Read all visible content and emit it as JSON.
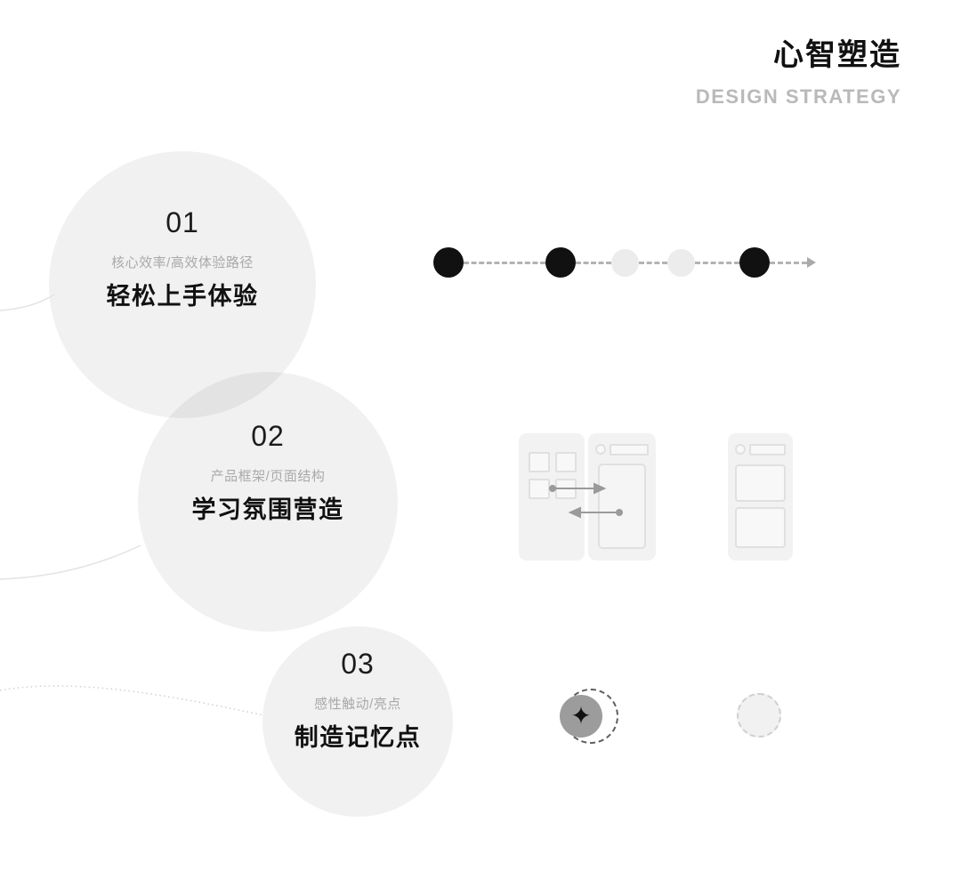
{
  "header": {
    "title": "心智塑造",
    "subtitle": "DESIGN STRATEGY"
  },
  "steps": [
    {
      "number": "01",
      "caption": "核心效率/高效体验路径",
      "title": "轻松上手体验"
    },
    {
      "number": "02",
      "caption": "产品框架/页面结构",
      "title": "学习氛围营造"
    },
    {
      "number": "03",
      "caption": "感性触动/亮点",
      "title": "制造记忆点"
    }
  ],
  "progress": {
    "dots": [
      "filled",
      "filled",
      "empty",
      "empty",
      "filled"
    ]
  },
  "icons": {
    "sparkle": "✦"
  },
  "colors": {
    "circle_fill": "rgba(0,0,0,0.055)",
    "dot_filled": "#111111",
    "dot_empty": "#ececec",
    "dash_gray": "#b3b3b3",
    "caption_gray": "#a9a9a9",
    "subtitle_gray": "#b9b9b9",
    "sparkle_fill": "#9c9c9c"
  }
}
